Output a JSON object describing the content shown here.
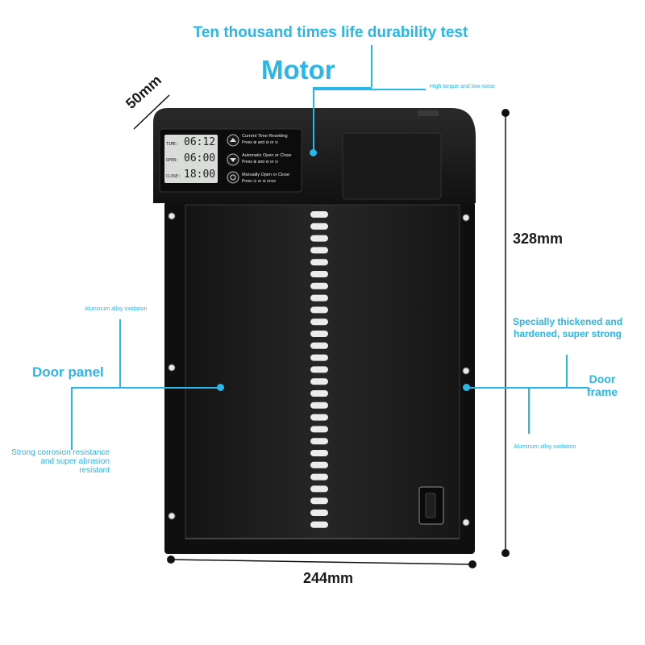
{
  "headline": "Ten thousand times life durability test",
  "motor": {
    "title": "Motor",
    "note": "High torque and low noise"
  },
  "dimensions": {
    "depth": "50mm",
    "height": "328mm",
    "width": "244mm"
  },
  "door_panel": {
    "title": "Door panel",
    "note_top": "Aluminum alloy oxidation",
    "note_bottom": "Strong corrosion resistance and super abrasion resistant"
  },
  "door_frame": {
    "title": "Door frame",
    "note_top": "Specially thickened and hardened, super strong",
    "note_bottom": "Aluminum alloy oxidation"
  },
  "display": {
    "rows": [
      {
        "label": "TIME:",
        "value": "06:12"
      },
      {
        "label": "OPEN:",
        "value": "06:00"
      },
      {
        "label": "CLOSE:",
        "value": "18:00"
      }
    ],
    "instructions": [
      {
        "title": "Current Time Resetting",
        "sub": "Press ⊕ and ⊖ or ⊙"
      },
      {
        "title": "Automatic Open or Close",
        "sub": "Press ⊕ and ⊖ or ⊙"
      },
      {
        "title": "Manually Open or Close",
        "sub": "Press ⊙ or ⊖ once"
      }
    ]
  },
  "colors": {
    "accent": "#29b6e8",
    "device": "#1c1c1c",
    "text": "#1a1a1a"
  }
}
